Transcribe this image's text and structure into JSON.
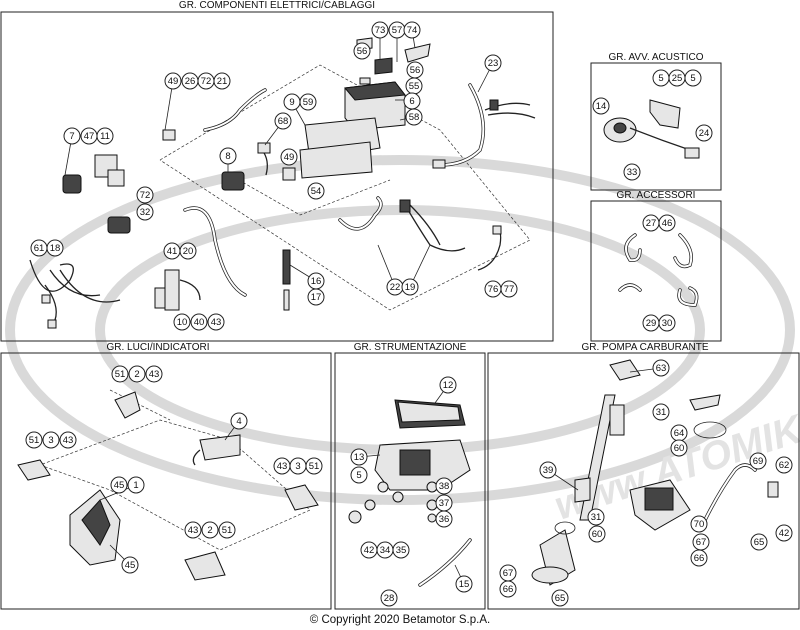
{
  "sections": {
    "componenti": "GR. COMPONENTI ELETTRICI/CABLAGGI",
    "acustico": "GR. AVV. ACUSTICO",
    "accessori": "GR. ACCESSORI",
    "luci": "GR. LUCI/INDICATORI",
    "strumentazione": "GR. STRUMENTAZIONE",
    "pompa": "GR. POMPA CARBURANTE"
  },
  "callouts": {
    "componenti": [
      "73",
      "57",
      "74",
      "56",
      "56",
      "55",
      "6",
      "58",
      "9",
      "59",
      "49",
      "26",
      "72",
      "21",
      "7",
      "47",
      "11",
      "68",
      "8",
      "49",
      "72",
      "32",
      "54",
      "23",
      "41",
      "20",
      "61",
      "18",
      "16",
      "17",
      "10",
      "40",
      "43",
      "22",
      "19",
      "76",
      "77"
    ],
    "acustico": [
      "5",
      "25",
      "5",
      "14",
      "24",
      "33"
    ],
    "accessori": [
      "27",
      "46",
      "29",
      "30"
    ],
    "luci": [
      "51",
      "2",
      "43",
      "4",
      "51",
      "3",
      "43",
      "45",
      "1",
      "43",
      "3",
      "51",
      "43",
      "2",
      "51",
      "45"
    ],
    "strumentazione": [
      "12",
      "13",
      "5",
      "38",
      "37",
      "36",
      "42",
      "34",
      "35",
      "15",
      "28"
    ],
    "pompa": [
      "63",
      "31",
      "64",
      "60",
      "39",
      "69",
      "62",
      "31",
      "60",
      "70",
      "67",
      "66",
      "65",
      "42",
      "67",
      "66",
      "65"
    ]
  },
  "watermark": "www.ATOMIKMOTO.IT",
  "copyright": "© Copyright 2020 Betamotor S.p.A."
}
